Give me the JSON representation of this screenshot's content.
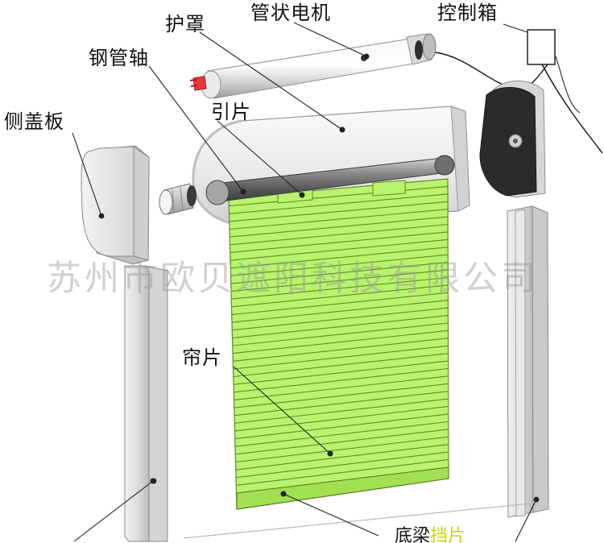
{
  "labels": {
    "cover": "护罩",
    "tubular_motor": "管状电机",
    "control_box": "控制箱",
    "steel_shaft": "钢管轴",
    "side_cover": "侧盖板",
    "lead_slat": "引片",
    "curtain_slat": "帘片",
    "bottom_beam": "底梁",
    "bottom_beam_accent": "挡片"
  },
  "watermark": "苏州市欧贝遮阳科技有限公司",
  "colors": {
    "slat_fill": "#b8f36e",
    "slat_line": "#5f8f22",
    "metal_light": "#e6e6e6",
    "metal_mid": "#bdbdbd",
    "metal_dark": "#555555",
    "control_box_face": "#2b2b2b",
    "leader": "#222222",
    "watermark": "#9b9b9b",
    "bottom_accent": "#c8d800"
  },
  "icons": {
    "motor_end": "red-plug-icon"
  }
}
